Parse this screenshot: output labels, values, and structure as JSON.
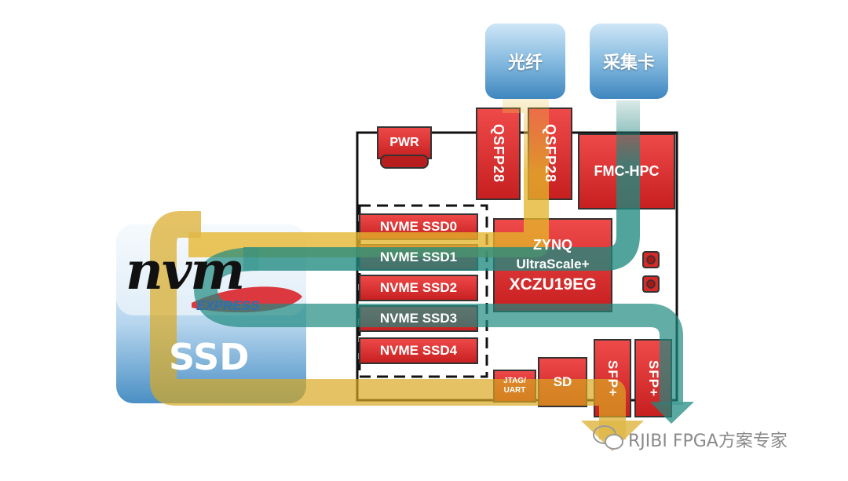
{
  "tags": {
    "fiber": "光纤",
    "capture": "采集卡"
  },
  "board": {
    "pwr": "PWR",
    "qsfp_left": "QSFP28",
    "qsfp_right": "QSFP28",
    "fmc": "FMC-HPC",
    "ssd_slots": [
      "NVME SSD0",
      "NVME SSD1",
      "NVME SSD2",
      "NVME SSD3",
      "NVME SSD4"
    ],
    "zynq": {
      "line1": "ZYNQ",
      "line2": "UltraScale+",
      "line3": "XCZU19EG"
    },
    "jtag": {
      "line1": "JTAG/",
      "line2": "UART"
    },
    "sd": "SD",
    "sfp_left": "SFP+",
    "sfp_right": "SFP+"
  },
  "logo": {
    "nvm": "nvm",
    "express": "EXPRESS",
    "ssd": "SSD"
  },
  "watermark": "RJIBI FPGA方案专家",
  "colors": {
    "red": "#dc2a2a",
    "gold": "#e8b830",
    "teal": "#2a9d8f",
    "blue": "#7fb6dd"
  }
}
